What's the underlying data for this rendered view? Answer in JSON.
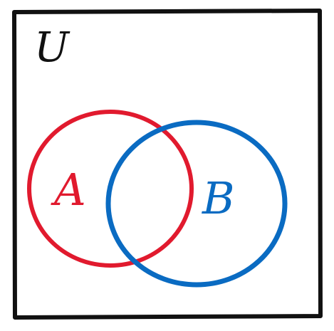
{
  "diagram": {
    "universe_label": "U",
    "set_a": {
      "label": "A",
      "color": "#e11a2e"
    },
    "set_b": {
      "label": "B",
      "color": "#0a6bc2"
    },
    "frame_color": "#111111",
    "label_color_universe": "#111111"
  }
}
